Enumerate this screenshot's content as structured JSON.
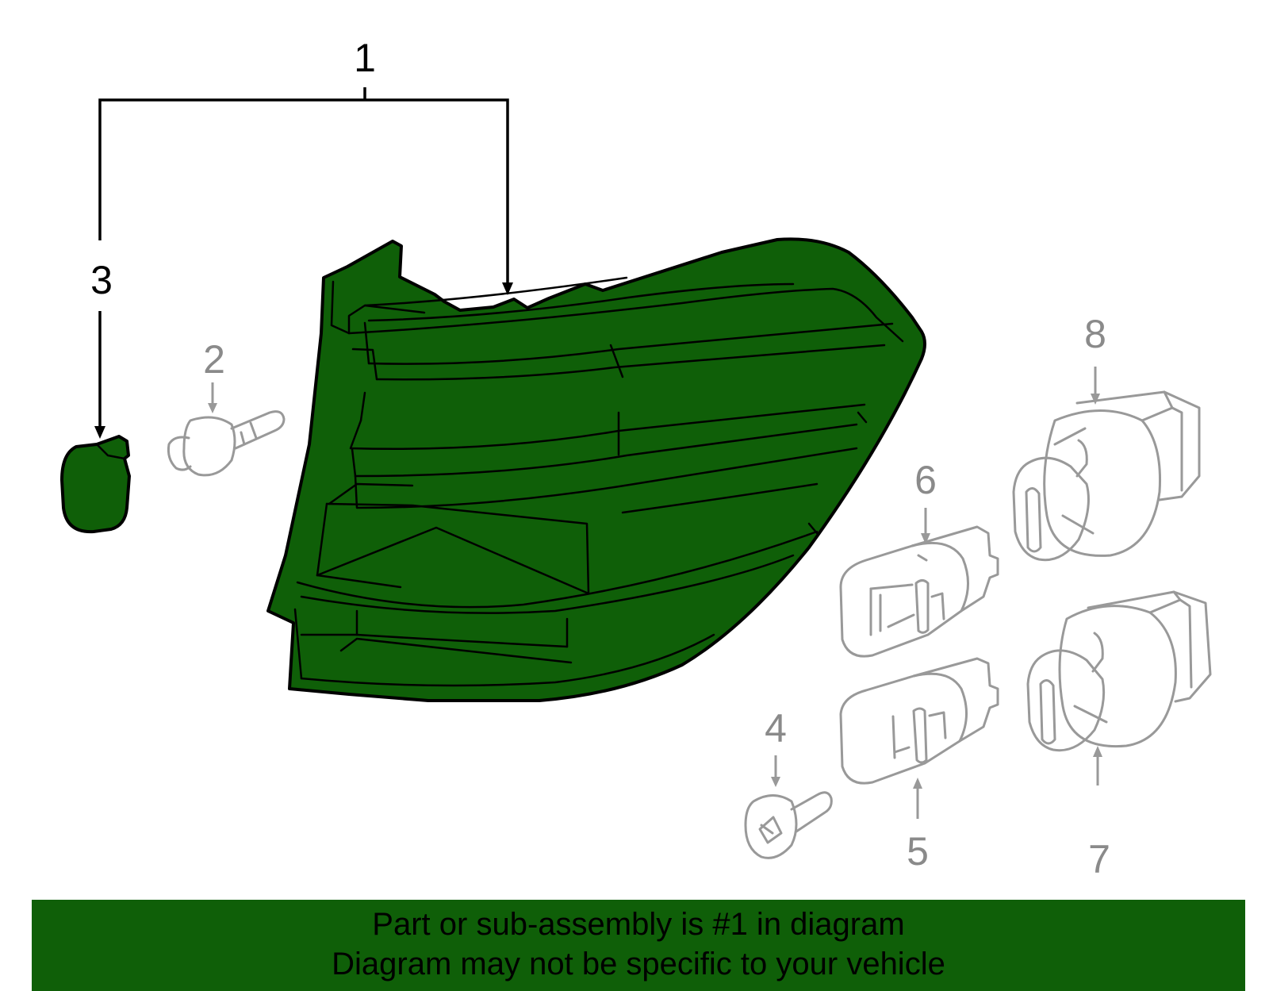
{
  "diagram": {
    "callouts": [
      {
        "id": "1",
        "label": "1",
        "highlighted": true
      },
      {
        "id": "2",
        "label": "2",
        "highlighted": false
      },
      {
        "id": "3",
        "label": "3",
        "highlighted": true
      },
      {
        "id": "4",
        "label": "4",
        "highlighted": false
      },
      {
        "id": "5",
        "label": "5",
        "highlighted": false
      },
      {
        "id": "6",
        "label": "6",
        "highlighted": false
      },
      {
        "id": "7",
        "label": "7",
        "highlighted": false
      },
      {
        "id": "8",
        "label": "8",
        "highlighted": false
      }
    ]
  },
  "banner": {
    "line1": "Part or sub-assembly is #1 in diagram",
    "line2": "Diagram may not be specific to your vehicle"
  },
  "colors": {
    "highlight_green": "#0f5f08",
    "outline_gray": "#999999",
    "text_black": "#000000"
  }
}
